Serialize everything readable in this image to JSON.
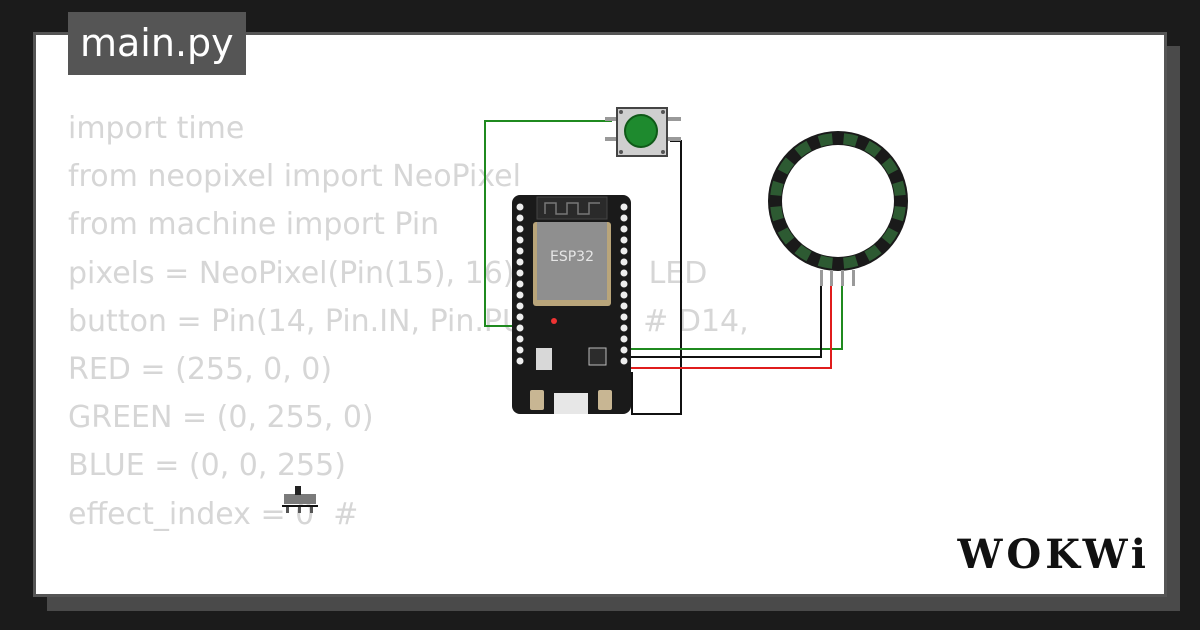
{
  "file_tab": {
    "label": "main.py"
  },
  "code_lines": [
    "import time",
    "from neopixel import NeoPixel",
    "from machine import Pin",
    "",
    "pixels = NeoPixel(Pin(15), 16)  # D16  LED",
    "button = Pin(14, Pin.IN, Pin.PULL_UP)  # D14,",
    "RED = (255, 0, 0)",
    "GREEN = (0, 255, 0)",
    "BLUE = (0, 0, 255)",
    "",
    "effect_index = 0  #"
  ],
  "board": {
    "label": "ESP32"
  },
  "colors": {
    "wire_green": "#1f8a1f",
    "wire_red": "#e01c1c",
    "wire_black": "#111111",
    "button_cap": "#1e8a2e",
    "ring_segment": "#2d5a32",
    "board": "#1a1a1a"
  },
  "brand": {
    "logo_text": "WOKWi"
  }
}
